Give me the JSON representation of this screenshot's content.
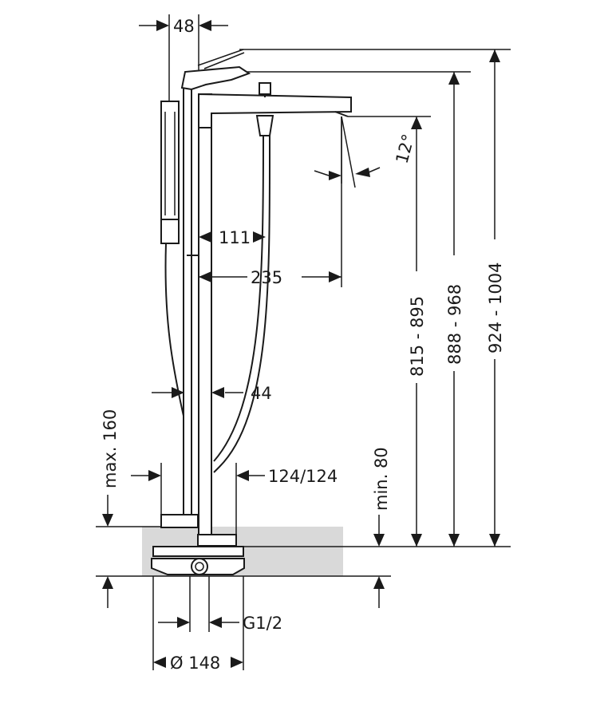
{
  "dimensions": {
    "top_offset": "48",
    "angle": "12°",
    "spout_to_body": "111",
    "spout_reach": "235",
    "body_width": "44",
    "hose_clearance": "124/124",
    "max_depth": "max. 160",
    "min_depth": "min. 80",
    "outlet_height": "815 - 895",
    "lever_height": "888 - 968",
    "total_height": "924 - 1004",
    "connection": "G1/2",
    "base_diameter": "Ø 148"
  },
  "colors": {
    "line": "#1a1a1a",
    "floor": "#d9d9d9",
    "background": "#ffffff"
  }
}
